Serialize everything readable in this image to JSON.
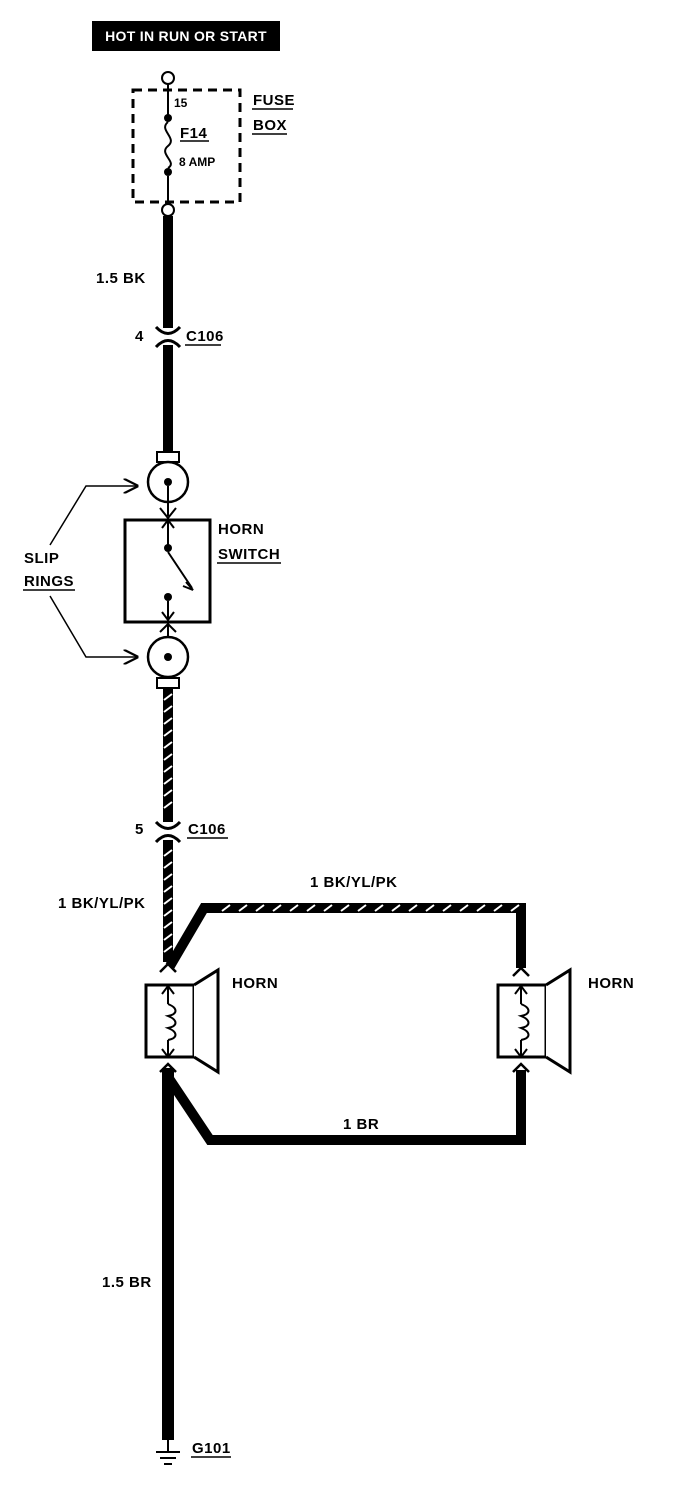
{
  "header": {
    "text": "HOT IN RUN OR START"
  },
  "fuse_box": {
    "label_line1": "FUSE",
    "label_line2": "BOX",
    "terminal": "15",
    "fuse_name": "F14",
    "fuse_rating": "8 AMP"
  },
  "wires": {
    "feed": "1.5 BK",
    "horn_feed": "1 BK/YL/PK",
    "horn_jumper": "1 BK/YL/PK",
    "horn_ground_jumper": "1 BR",
    "ground": "1.5 BR"
  },
  "connectors": {
    "upper": {
      "pin": "4",
      "name": "C106"
    },
    "lower": {
      "pin": "5",
      "name": "C106"
    }
  },
  "slip_rings": {
    "line1": "SLIP",
    "line2": "RINGS"
  },
  "horn_switch": {
    "line1": "HORN",
    "line2": "SWITCH"
  },
  "horns": {
    "left": "HORN",
    "right": "HORN"
  },
  "ground_point": {
    "name": "G101"
  }
}
